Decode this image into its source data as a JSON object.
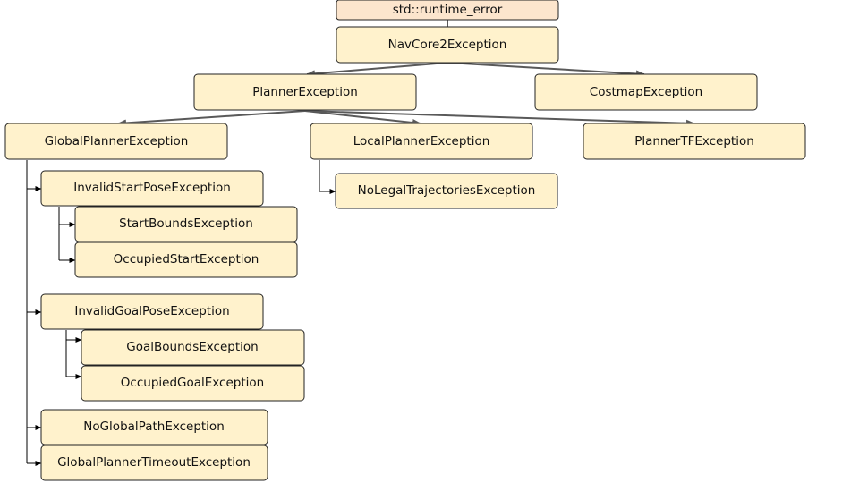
{
  "diagram": {
    "nodes": {
      "runtime_error": "std::runtime_error",
      "navcore2": "NavCore2Exception",
      "planner": "PlannerException",
      "costmap": "CostmapException",
      "global_planner": "GlobalPlannerException",
      "local_planner": "LocalPlannerException",
      "planner_tf": "PlannerTFException",
      "no_legal_trajectories": "NoLegalTrajectoriesException",
      "invalid_start_pose": "InvalidStartPoseException",
      "start_bounds": "StartBoundsException",
      "occupied_start": "OccupiedStartException",
      "invalid_goal_pose": "InvalidGoalPoseException",
      "goal_bounds": "GoalBoundsException",
      "occupied_goal": "OccupiedGoalException",
      "no_global_path": "NoGlobalPathException",
      "global_planner_timeout": "GlobalPlannerTimeoutException"
    },
    "colors": {
      "root_fill": "#fce5cd",
      "node_fill": "#fff2cc",
      "node_stroke": "#222222",
      "arrow_gray": "#595959",
      "arrow_black": "#000000"
    }
  }
}
